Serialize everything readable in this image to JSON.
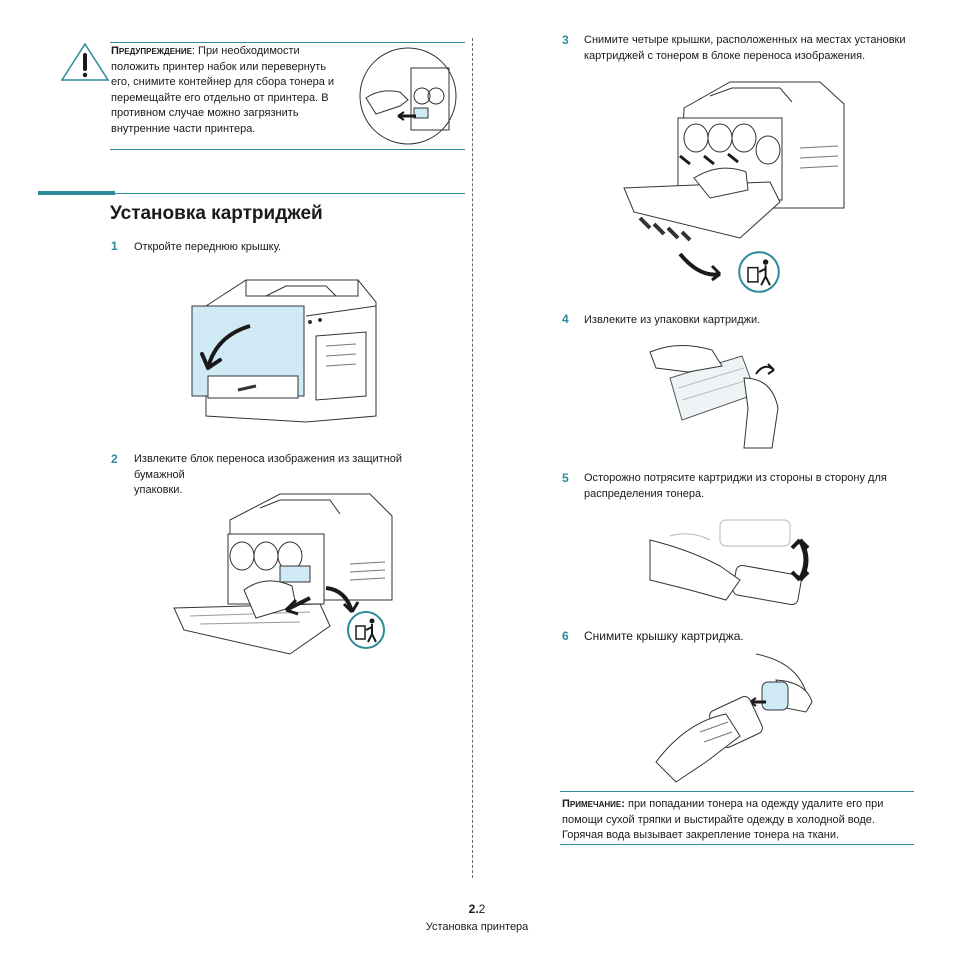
{
  "warning": {
    "label": "Предупреждение",
    "sep": ":",
    "lines": [
      "При необходимости",
      "положить принтер набок или перевернуть",
      "его, снимите контейнер для сбора тонера и",
      "перемещайте его отдельно от принтера. В",
      "противном случае можно загрязнить",
      "внутренние части принтера."
    ]
  },
  "section_title": "Установка картриджей",
  "steps": [
    {
      "num": "1",
      "lines": [
        "Откройте переднюю крышку."
      ]
    },
    {
      "num": "2",
      "lines": [
        "Извлеките блок переноса изображения из защитной бумажной",
        "упаковки."
      ]
    },
    {
      "num": "3",
      "lines": [
        "Снимите четыре крышки, расположенных на местах установки",
        "картриджей с тонером в блоке переноса изображения."
      ]
    },
    {
      "num": "4",
      "lines": [
        "Извлеките из упаковки картриджи."
      ]
    },
    {
      "num": "5",
      "lines": [
        "Осторожно потрясите картриджи из стороны в сторону для",
        "распределения тонера."
      ]
    },
    {
      "num": "6",
      "lines": [
        "Снимите крышку картриджа."
      ]
    }
  ],
  "note": {
    "label": "Примечание:",
    "lines": [
      "при попадании тонера на одежду удалите его при",
      "помощи сухой тряпки и выстирайте одежду в холодной воде.",
      "Горячая вода вызывает закрепление тонера на ткани."
    ]
  },
  "footer": {
    "chapter": "2.",
    "page": "2",
    "title": "Установка принтера"
  },
  "icons": [
    "warning-icon",
    "recycle-bin-icon"
  ],
  "colors": {
    "accent": "#2d8a9a",
    "highlight": "#cfeaf5"
  }
}
